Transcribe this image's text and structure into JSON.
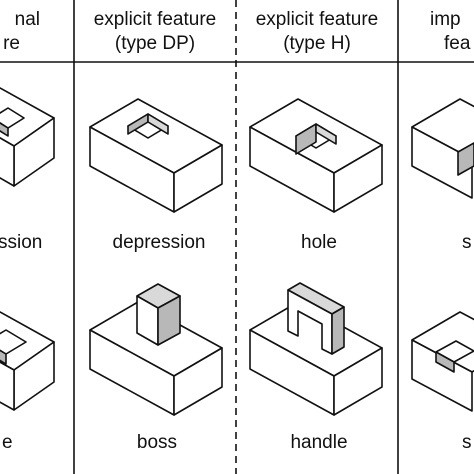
{
  "columns": [
    {
      "id": "normal",
      "header_line1": "nal",
      "header_line2": "re",
      "top_label": "ssion",
      "bottom_label": "e"
    },
    {
      "id": "dp",
      "header_line1": "explicit feature",
      "header_line2": "(type DP)",
      "top_label": "depression",
      "bottom_label": "boss"
    },
    {
      "id": "h",
      "header_line1": "explicit feature",
      "header_line2": "(type H)",
      "top_label": "hole",
      "bottom_label": "handle"
    },
    {
      "id": "implicit",
      "header_line1": "imp",
      "header_line2": "fea",
      "top_label": "s",
      "bottom_label": "s"
    }
  ],
  "colors": {
    "face_light": "#ffffff",
    "face_shade": "#b8b8b8",
    "face_top_shade": "#d9d9d9",
    "line": "#111111"
  }
}
